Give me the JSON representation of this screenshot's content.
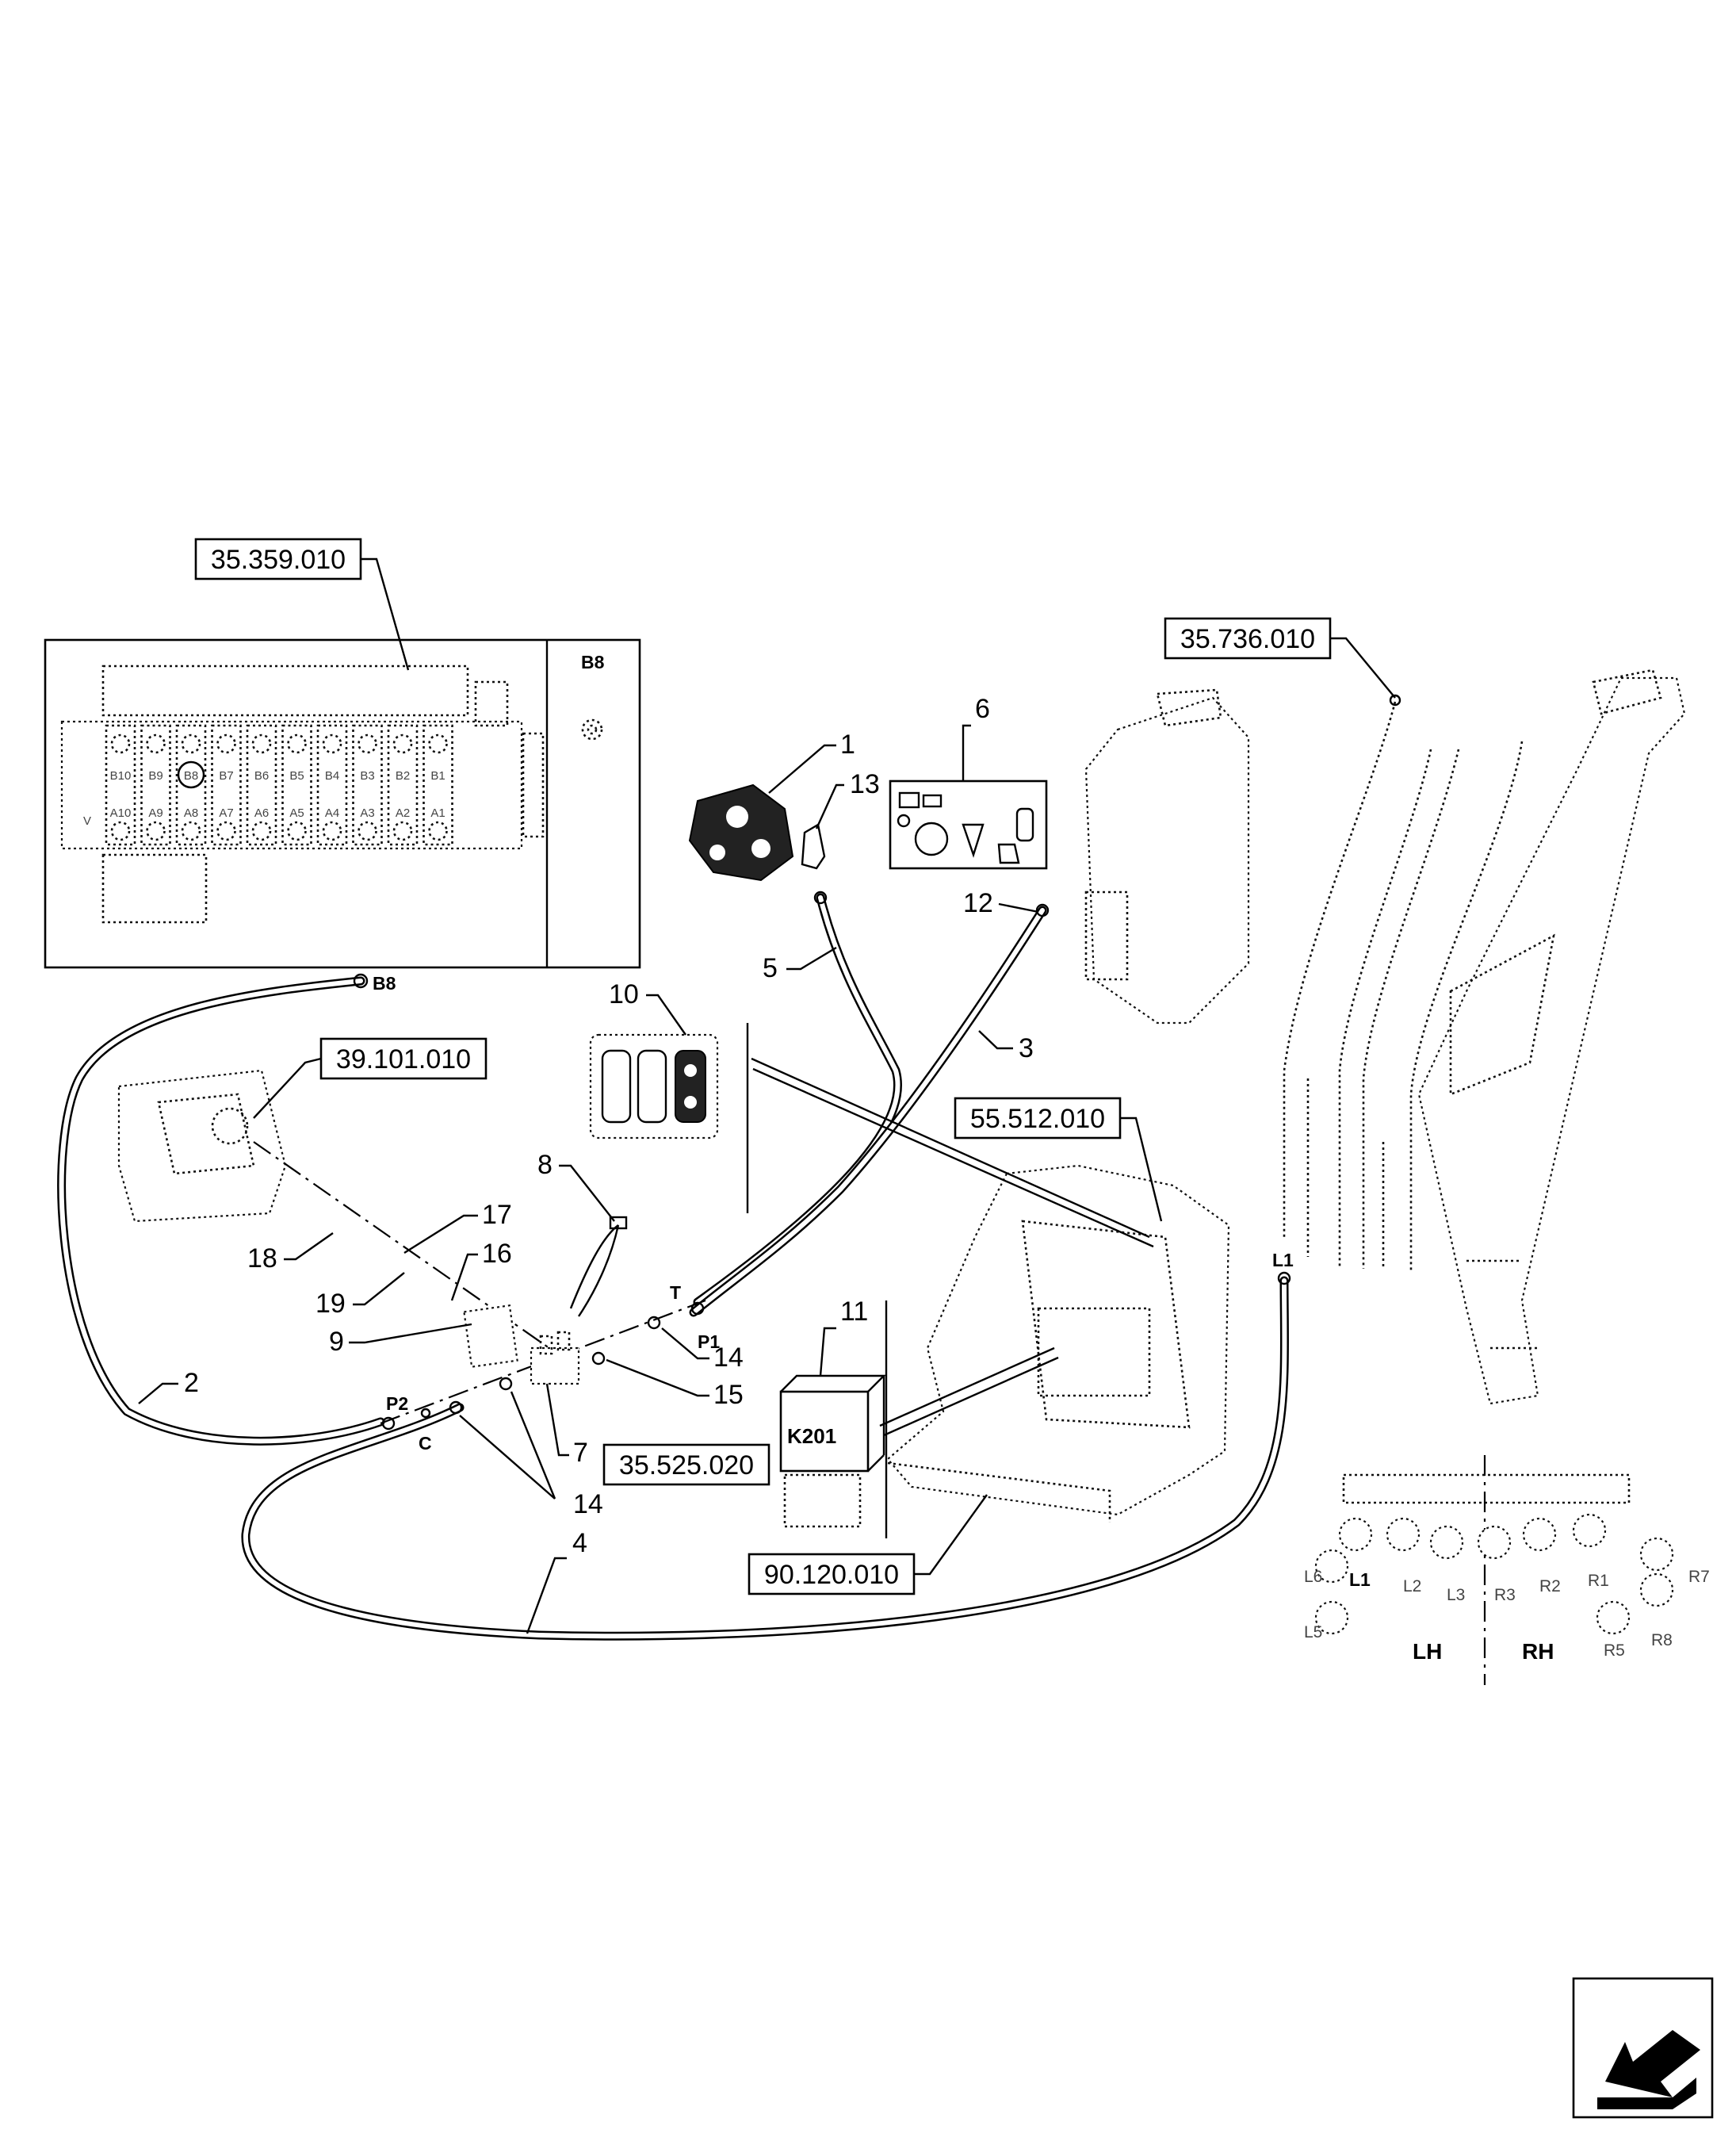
{
  "references": {
    "r1": "35.359.010",
    "r2": "35.736.010",
    "r3": "39.101.010",
    "r4": "55.512.010",
    "r5": "35.525.020",
    "r6": "90.120.010"
  },
  "items": {
    "i1": "1",
    "i2": "2",
    "i3": "3",
    "i4": "4",
    "i5": "5",
    "i6": "6",
    "i7": "7",
    "i8": "8",
    "i9": "9",
    "i10": "10",
    "i11": "11",
    "i12": "12",
    "i13": "13",
    "i14a": "14",
    "i14b": "14",
    "i15": "15",
    "i16": "16",
    "i17": "17",
    "i18": "18",
    "i19": "19"
  },
  "ports": {
    "b8_inset": "B8",
    "b8_hose": "B8",
    "t": "T",
    "p1": "P1",
    "p2": "P2",
    "c": "C",
    "l1_arm": "L1"
  },
  "relay_label": "K201",
  "valve_labels": {
    "top": [
      "B10",
      "B9",
      "B8",
      "B7",
      "B6",
      "B5",
      "B4",
      "B3",
      "B2",
      "B1"
    ],
    "bottom": [
      "A10",
      "A9",
      "A8",
      "A7",
      "A6",
      "A5",
      "A4",
      "A3",
      "A2",
      "A1"
    ],
    "v": "V"
  },
  "pilot_ports": {
    "l6": "L6",
    "l1": "L1",
    "l2": "L2",
    "l3": "L3",
    "l5": "L5",
    "r3": "R3",
    "r2": "R2",
    "r1": "R1",
    "r7": "R7",
    "r5": "R5",
    "r8": "R8",
    "lh": "LH",
    "rh": "RH"
  },
  "nav_icon": "back-arrow-icon"
}
